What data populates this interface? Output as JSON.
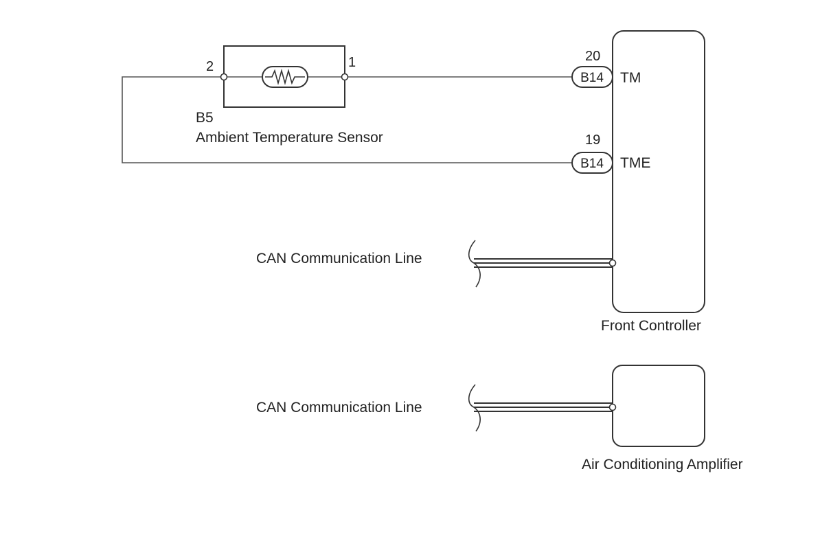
{
  "sensor": {
    "connector": "B5",
    "name": "Ambient Temperature Sensor",
    "pin_left": "2",
    "pin_right": "1"
  },
  "front_controller": {
    "name": "Front Controller",
    "tm": {
      "pin": "20",
      "connector": "B14",
      "terminal": "TM"
    },
    "tme": {
      "pin": "19",
      "connector": "B14",
      "terminal": "TME"
    }
  },
  "can_line_1": {
    "label": "CAN Communication Line"
  },
  "can_line_2": {
    "label": "CAN Communication Line"
  },
  "ac_amplifier": {
    "name": "Air Conditioning Amplifier"
  }
}
